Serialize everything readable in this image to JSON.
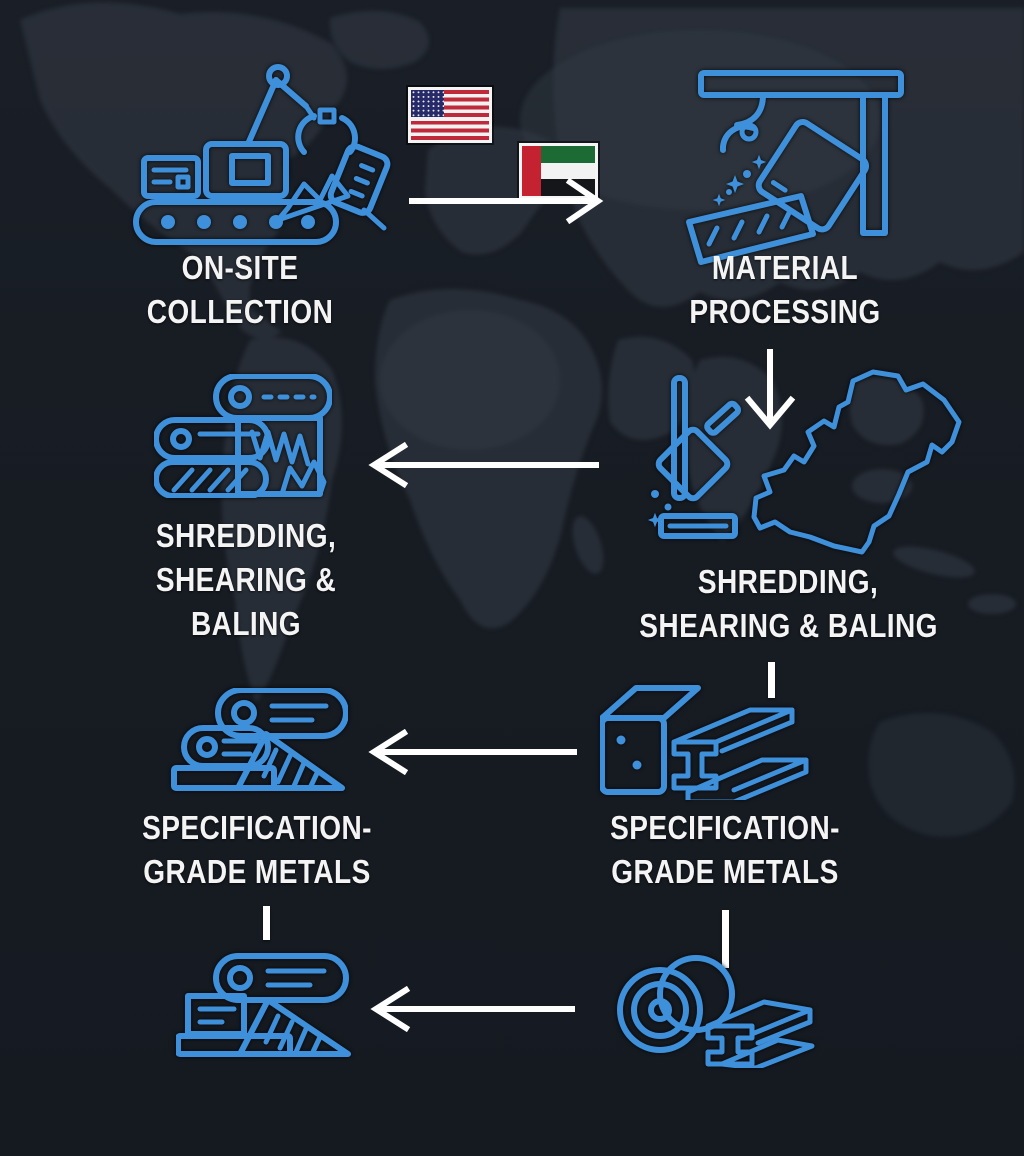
{
  "page": {
    "title": "Metal recycling process flow infographic"
  },
  "colors": {
    "background": "#171c23",
    "map_land": "#2b313a",
    "icon_blue": "#3f90da",
    "label_text": "#f4f4f4",
    "arrow": "#ffffff"
  },
  "flags": [
    {
      "id": "us",
      "name": "United States flag"
    },
    {
      "id": "uae",
      "name": "United Arab Emirates flag"
    }
  ],
  "map_outline": {
    "country": "Pakistan"
  },
  "steps": [
    {
      "icon": "excavator-grapple-icon",
      "lines": [
        "ON-SITE",
        "COLLECTION"
      ]
    },
    {
      "icon": "crane-claw-chute-icon",
      "lines": [
        "MATERIAL",
        "PROCESSING"
      ]
    },
    {
      "icon": "ladle-pouring-icon",
      "lines": [
        "SHREDDING,",
        "SHEARING & BALING"
      ]
    },
    {
      "icon": "shredder-machine-icon",
      "lines": [
        "SHREDDING,",
        "SHEARING &",
        "BALING"
      ]
    },
    {
      "icon": "metal-billet-ibeam-icon",
      "lines": [
        "SPECIFICATION-",
        "GRADE METALS"
      ]
    },
    {
      "icon": "rolling-mill-icon",
      "lines": [
        "SPECIFICATION-",
        "GRADE METALS"
      ]
    },
    {
      "icon": "grinding-wheels-ibeam-icon",
      "lines": []
    },
    {
      "icon": "rolling-mill-sheet-icon",
      "lines": []
    }
  ]
}
